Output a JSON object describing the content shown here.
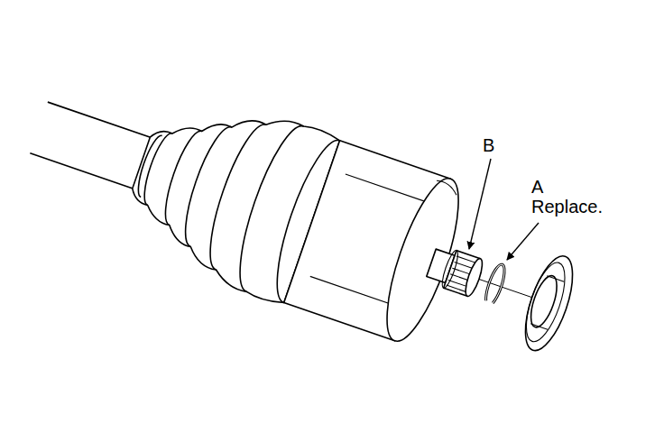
{
  "diagram": {
    "labels": [
      "B",
      "A",
      "Replace."
    ]
  }
}
